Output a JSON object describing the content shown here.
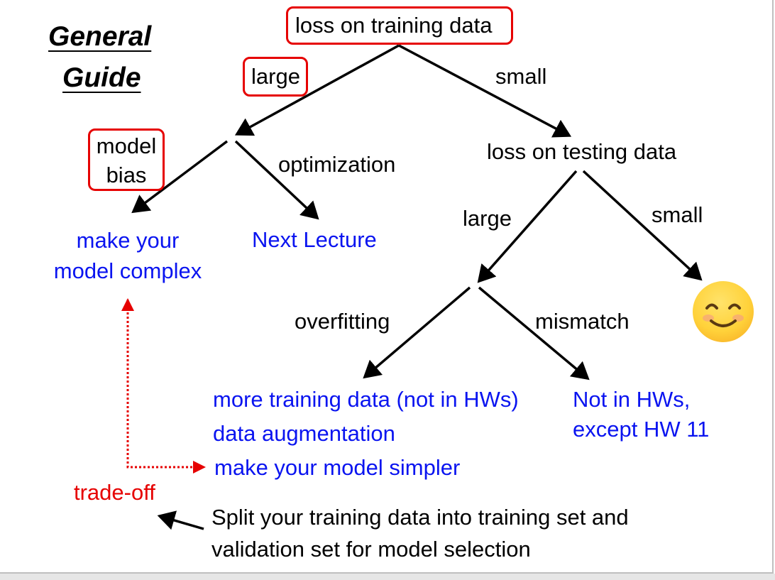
{
  "title": {
    "line1": "General",
    "line2": "Guide"
  },
  "nodes": {
    "loss_training": "loss on training data",
    "large_1": "large",
    "small_1": "small",
    "model_bias_1": "model",
    "model_bias_2": "bias",
    "optimization": "optimization",
    "make_complex_1": "make your",
    "make_complex_2": "model complex",
    "next_lecture": "Next Lecture",
    "loss_testing": "loss on testing data",
    "large_2": "large",
    "small_2": "small",
    "overfitting": "overfitting",
    "mismatch": "mismatch",
    "overfit_fix_1": "more training data (not in HWs)",
    "overfit_fix_2": "data augmentation",
    "overfit_fix_3": "make your model simpler",
    "mismatch_fix_1": "Not in HWs,",
    "mismatch_fix_2": "except HW 11",
    "trade_off": "trade-off",
    "split_1": "Split your training data into training set and",
    "split_2": "validation set for model selection"
  },
  "icons": {
    "result": "smiling-face-icon"
  },
  "colors": {
    "highlight": "#e60000",
    "remedy": "#0a14f0",
    "text": "#000000"
  }
}
